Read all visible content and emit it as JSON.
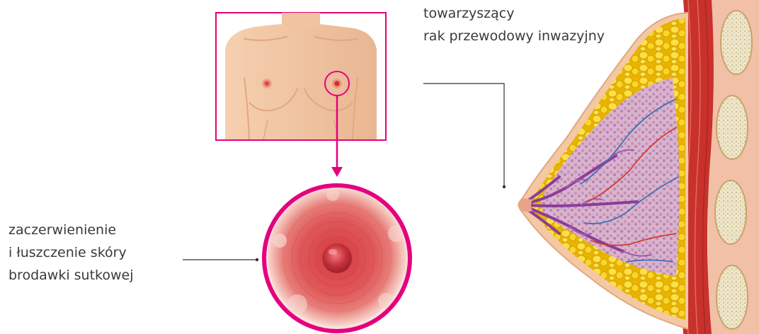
{
  "annotations": {
    "cross_section": {
      "lines": [
        "towarzyszący",
        "rak przewodowy inwazyjny"
      ]
    },
    "nipple_closeup": {
      "lines": [
        "zaczerwienienie",
        "i łuszczenie skóry",
        "brodawki sutkowej"
      ]
    }
  },
  "colors": {
    "accent_magenta": "#e5007e",
    "skin": "#f3c8a3",
    "skin_shadow": "#e2a77f",
    "inflamed_red": "#d9474a",
    "fat_yellow": "#f7d100",
    "muscle_red": "#c8312c",
    "duct_purple": "#8b3d9a",
    "lobule_pink": "#c99ac7",
    "vessel_blue": "#3e6fb5",
    "leader_line": "#333333"
  },
  "icons": [
    "torso-icon",
    "magnifier-circle-icon",
    "arrow-down-icon",
    "nipple-closeup-icon",
    "breast-cross-section-icon"
  ]
}
